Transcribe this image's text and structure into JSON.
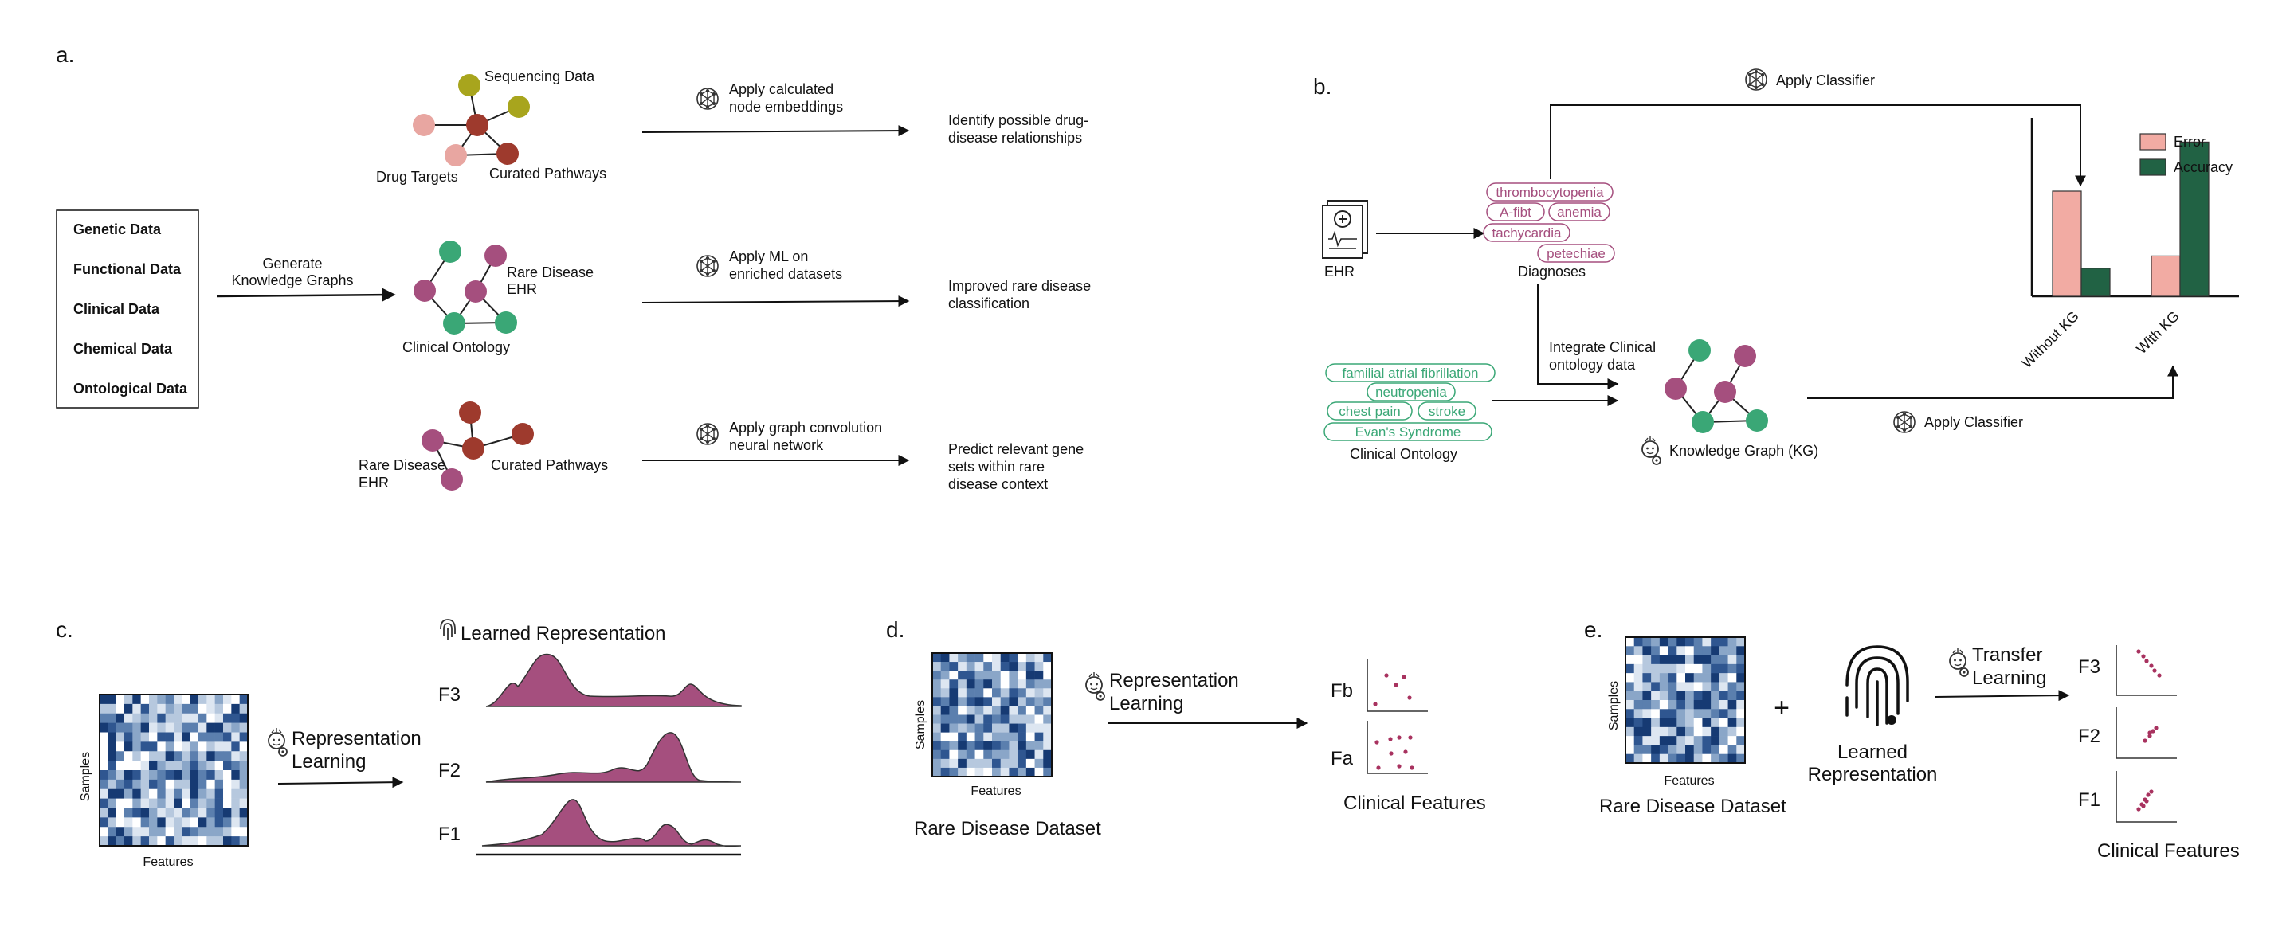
{
  "colors": {
    "genetic": "#a8a51d",
    "functional": "#9e3a2d",
    "clinical": "#a54f7e",
    "chemical": "#e8a6a1",
    "ontological": "#3aa776",
    "navy": "#1f3f73",
    "error_fill": "#f2aba3",
    "accuracy_fill": "#216244",
    "ridge_fill": "#a54f7e",
    "scatter": "#a8325f"
  },
  "panel_labels": {
    "a": "a.",
    "b": "b.",
    "c": "c.",
    "d": "d.",
    "e": "e."
  },
  "panel_a": {
    "legend": [
      "Genetic Data",
      "Functional Data",
      "Clinical Data",
      "Chemical Data",
      "Ontological Data"
    ],
    "generate_line1": "Generate",
    "generate_line2": "Knowledge Graphs",
    "graph1": {
      "sequencing": "Sequencing Data",
      "drug_targets": "Drug Targets",
      "curated": "Curated Pathways"
    },
    "graph2": {
      "rare_line1": "Rare Disease",
      "rare_line2": "EHR",
      "ontology": "Clinical Ontology"
    },
    "graph3": {
      "rare_line1": "Rare Disease",
      "rare_line2": "EHR",
      "curated": "Curated Pathways"
    },
    "step1": {
      "line1": "Apply calculated",
      "line2": "node embeddings",
      "out1": "Identify possible drug-",
      "out2": "disease relationships"
    },
    "step2": {
      "line1": "Apply ML on",
      "line2": "enriched datasets",
      "out1": "Improved rare disease",
      "out2": "classification"
    },
    "step3": {
      "line1": "Apply graph convolution",
      "line2": "neural network",
      "out1": "Predict relevant gene",
      "out2": "sets within rare",
      "out3": "disease context"
    }
  },
  "panel_b": {
    "apply_top": "Apply Classifier",
    "apply_bottom": "Apply Classifier",
    "ehr": "EHR",
    "diagnoses_title": "Diagnoses",
    "diagnoses": [
      "thrombocytopenia",
      "A-fibt",
      "anemia",
      "tachycardia",
      "petechiae"
    ],
    "integrate_line1": "Integrate Clinical",
    "integrate_line2": "ontology data",
    "ontology_title": "Clinical Ontology",
    "ontology_terms": [
      "familial atrial fibrillation",
      "neutropenia",
      "chest pain",
      "stroke",
      "Evan's Syndrome"
    ],
    "kg_label": "Knowledge Graph (KG)"
  },
  "chart_data": {
    "type": "bar",
    "categories": [
      "Without KG",
      "With KG"
    ],
    "series": [
      {
        "name": "Error",
        "values": [
          0.6,
          0.23
        ]
      },
      {
        "name": "Accuracy",
        "values": [
          0.16,
          0.88
        ]
      }
    ],
    "ylim": [
      0,
      1
    ],
    "legend": "top-right"
  },
  "panel_c": {
    "samples": "Samples",
    "features": "Features",
    "rep_line1": "Representation",
    "rep_line2": "Learning",
    "learned": "Learned Representation",
    "ridge_labels": [
      "F3",
      "F2",
      "F1"
    ]
  },
  "panel_d": {
    "samples": "Samples",
    "features": "Features",
    "rep_line1": "Representation",
    "rep_line2": "Learning",
    "dataset": "Rare Disease Dataset",
    "plots": [
      "Fb",
      "Fa"
    ],
    "clinical": "Clinical Features"
  },
  "panel_e": {
    "samples": "Samples",
    "features": "Features",
    "dataset": "Rare Disease Dataset",
    "plus": "+",
    "learned_line1": "Learned",
    "learned_line2": "Representation",
    "transfer_line1": "Transfer",
    "transfer_line2": "Learning",
    "plots": [
      "F3",
      "F2",
      "F1"
    ],
    "clinical": "Clinical Features"
  }
}
